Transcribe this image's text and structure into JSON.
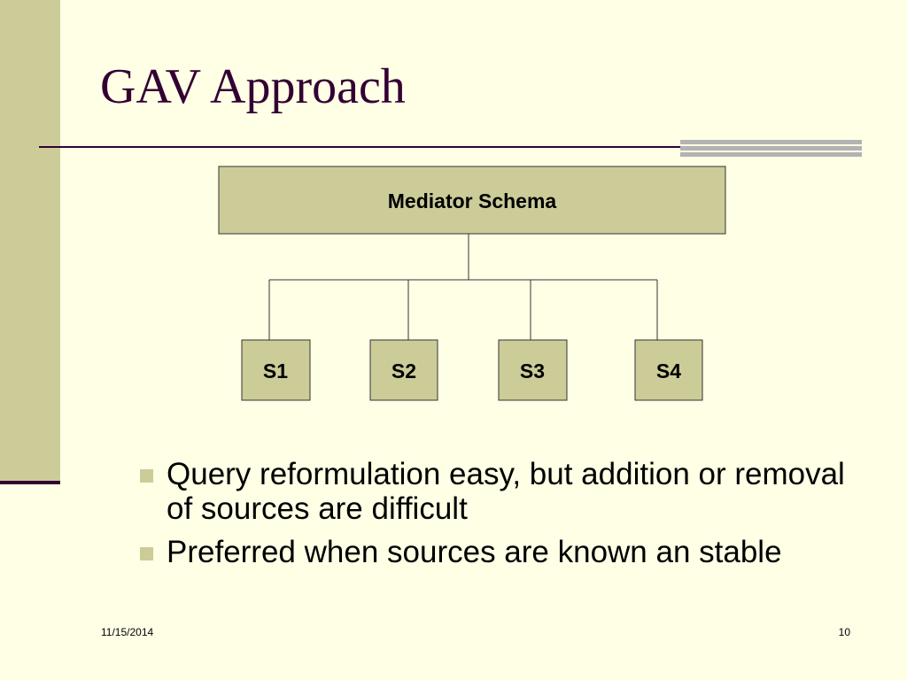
{
  "slide": {
    "title": "GAV Approach",
    "footer_date": "11/15/2014",
    "page_number": "10"
  },
  "diagram": {
    "root": "Mediator Schema",
    "sources": [
      "S1",
      "S2",
      "S3",
      "S4"
    ]
  },
  "bullets": [
    "Query reformulation easy, but addition or removal of sources are difficult",
    "Preferred when sources are known an stable"
  ],
  "colors": {
    "background": "#FFFFE6",
    "accent_bar": "#CCCC99",
    "title_text": "#330033",
    "rule_accent": "#B3B3B3"
  }
}
